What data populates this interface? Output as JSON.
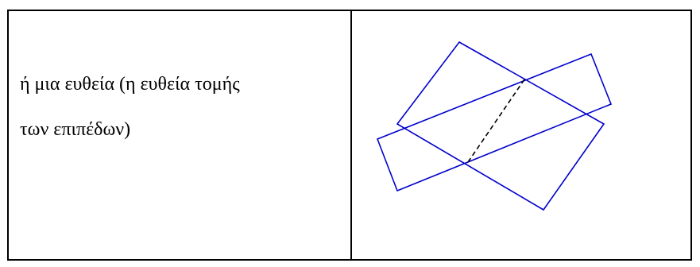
{
  "text_cell": {
    "lines": [
      "ή μια ευθεία (η ευθεία τομής",
      "των επιπέδων)"
    ]
  },
  "figure": {
    "plane_color": "#0000cc",
    "intersection_line_color": "#000000",
    "intersection_line_style": "dashed"
  }
}
